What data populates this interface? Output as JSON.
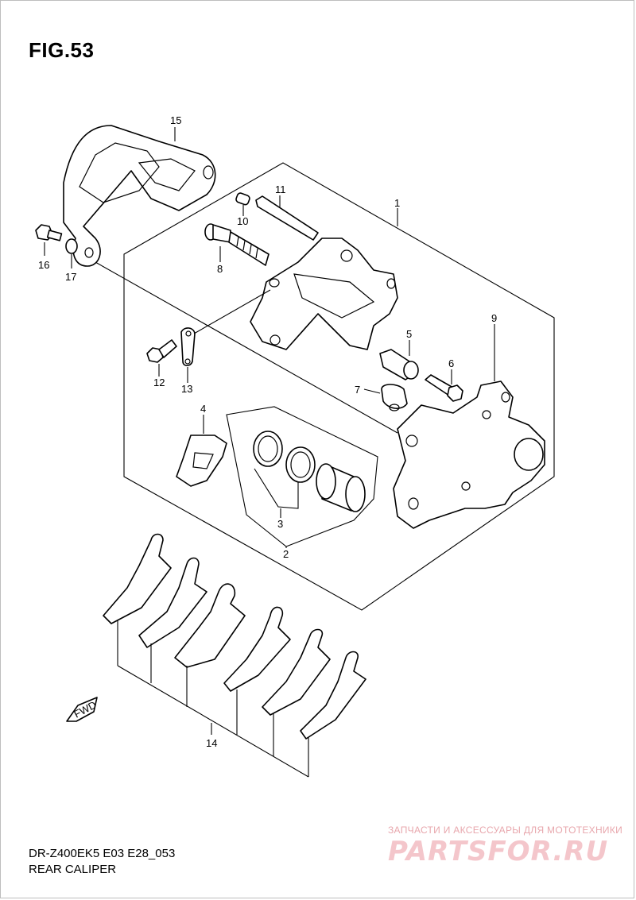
{
  "figure": {
    "title": "FIG.53",
    "model_code": "DR-Z400EK5 E03 E28_053",
    "section_name": "REAR CALIPER"
  },
  "callouts": {
    "c1": "1",
    "c2": "2",
    "c3": "3",
    "c4": "4",
    "c5": "5",
    "c6": "6",
    "c7": "7",
    "c8": "8",
    "c9": "9",
    "c10": "10",
    "c11": "11",
    "c12": "12",
    "c13": "13",
    "c14": "14",
    "c15": "15",
    "c16": "16",
    "c17": "17"
  },
  "direction_marker": {
    "label": "FWD"
  },
  "watermark": {
    "text": "ЗАПЧАСТИ И АКСЕССУАРЫ ДЛЯ МОТОТЕХНИКИ",
    "logo": "PARTSFOR.RU"
  }
}
